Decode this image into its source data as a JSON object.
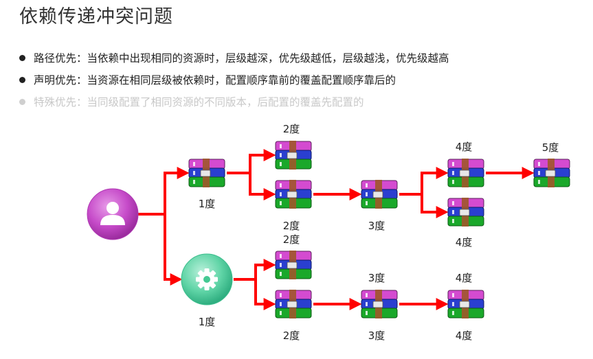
{
  "title": "依赖传递冲突问题",
  "bullets": [
    {
      "text": "路径优先：当依赖中出现相同的资源时，层级越深，优先级越低，层级越浅，优先级越高",
      "faded": false
    },
    {
      "text": "声明优先：当资源在相同层级被依赖时，配置顺序靠前的覆盖配置顺序靠后的",
      "faded": false
    },
    {
      "text": "特殊优先：当同级配置了相同资源的不同版本，后配置的覆盖先配置的",
      "faded": true
    }
  ],
  "roots": [
    {
      "id": "user-root",
      "icon": "user-icon",
      "color": "#c64bc9"
    },
    {
      "id": "gear-root",
      "icon": "gear-icon",
      "color": "#5fd4a6"
    }
  ],
  "nodes": [
    {
      "id": "n1",
      "label": "1度"
    },
    {
      "id": "n2",
      "label": "2度"
    },
    {
      "id": "n3",
      "label": "2度"
    },
    {
      "id": "n4",
      "label": "3度"
    },
    {
      "id": "n5",
      "label": "4度"
    },
    {
      "id": "n6",
      "label": "4度"
    },
    {
      "id": "n7",
      "label": "5度"
    },
    {
      "id": "n8",
      "label": "1度"
    },
    {
      "id": "n9",
      "label": "2度"
    },
    {
      "id": "n10",
      "label": "2度"
    },
    {
      "id": "n11",
      "label": "3度"
    },
    {
      "id": "n12",
      "label": "4度"
    }
  ],
  "colors": {
    "arrow": "#ff0000",
    "package_pink": "#d44bd0",
    "package_blue": "#2a3fd0",
    "package_green": "#1aa82a",
    "package_strap": "#a0562a"
  }
}
